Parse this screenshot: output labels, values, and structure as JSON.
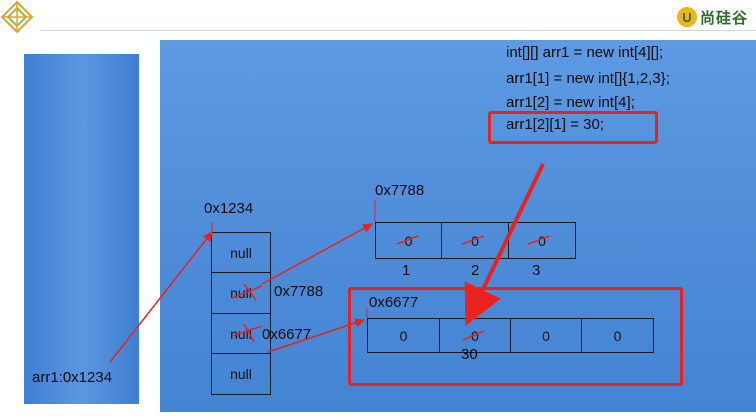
{
  "header": {
    "brand_text": "尚硅谷",
    "brand_badge_glyph": "U",
    "left_logo_icon": "diamond-grid-icon",
    "brand_icon": "shangguigu-logo-icon",
    "accent_color": "#e8231d",
    "panel_color": "#4d8bd8"
  },
  "code": {
    "line1": "int[][] arr1 = new int[4][];",
    "line2": "arr1[1] = new int[]{1,2,3};",
    "line3": "arr1[2] = new int[4];",
    "line4": "arr1[2][1] = 30;"
  },
  "stack": {
    "var_label": "arr1:0x1234"
  },
  "outer_array": {
    "address": "0x1234",
    "cells": [
      "null",
      "null",
      "null",
      "null"
    ]
  },
  "pointers": {
    "row1_address": "0x7788",
    "row2_address": "0x6677"
  },
  "array_7788": {
    "address": "0x7788",
    "cells": [
      "0",
      "0",
      "0"
    ],
    "new_values": [
      "1",
      "2",
      "3"
    ]
  },
  "array_6677": {
    "address": "0x6677",
    "cells": [
      "0",
      "0",
      "0",
      "0"
    ],
    "new_value": "30"
  }
}
